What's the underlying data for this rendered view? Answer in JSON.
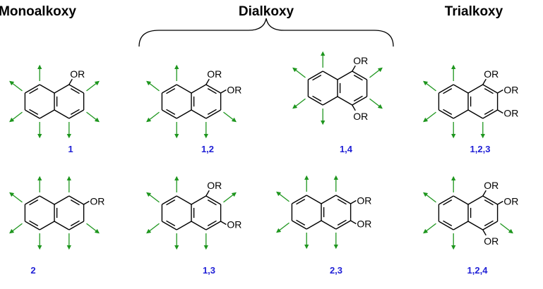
{
  "headers": {
    "mono": "Monoalkoxy",
    "di": "Dialkoxy",
    "tri": "Trialkoxy"
  },
  "substituent": "OR",
  "colors": {
    "arrow": "#1e961e",
    "label": "#1f1fd6",
    "bond": "#000000"
  },
  "compounds": [
    {
      "label": "1",
      "substituents": [
        "1"
      ]
    },
    {
      "label": "1,2",
      "substituents": [
        "1",
        "2"
      ]
    },
    {
      "label": "1,4",
      "substituents": [
        "1",
        "4"
      ]
    },
    {
      "label": "1,2,3",
      "substituents": [
        "1",
        "2",
        "3"
      ]
    },
    {
      "label": "2",
      "substituents": [
        "2"
      ]
    },
    {
      "label": "1,3",
      "substituents": [
        "1",
        "3"
      ]
    },
    {
      "label": "2,3",
      "substituents": [
        "2",
        "3"
      ]
    },
    {
      "label": "1,2,4",
      "substituents": [
        "1",
        "2",
        "4"
      ]
    }
  ]
}
